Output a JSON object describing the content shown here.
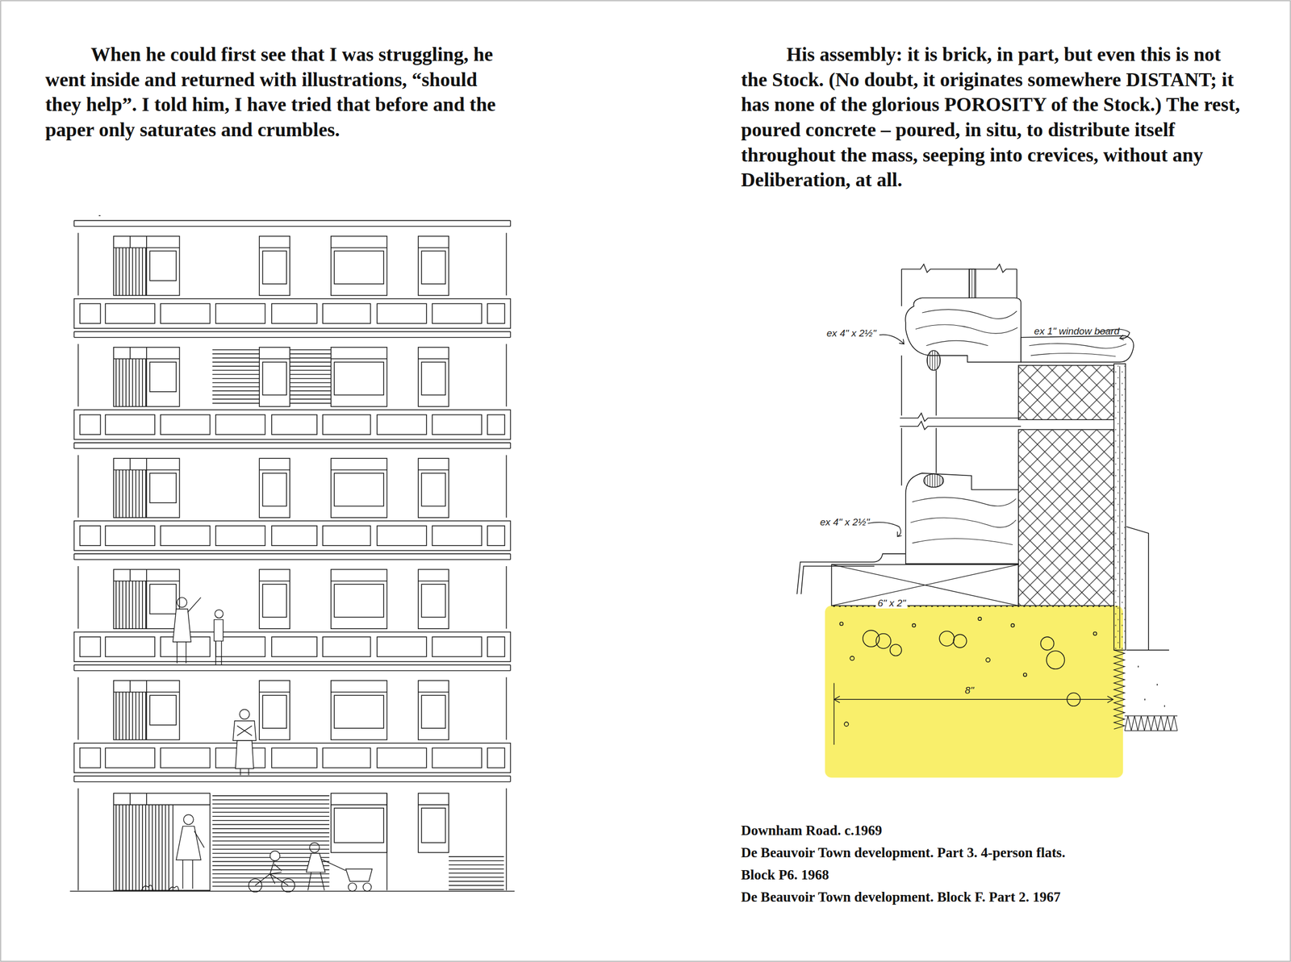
{
  "diagram": {
    "labels": [
      "When he could first see that I was struggling, he went inside and returned with illustrations, “should they help”. I told him, I have tried that before and the paper only saturates and crumbles.",
      "His assembly: it is brick, in part, but even this is not the Stock. (No doubt, it originates somewhere DISTANT; it has none of the glorious POROSITY of the Stock.) The rest, poured concrete – poured, in situ, to distribute itself throughout the mass, seeping into crevices, without any Deliberation, at all.",
      "ex 4\" x 2½\"",
      "ex 1\" window board",
      "ex 4\" x 2½\"",
      "6\" x 2\"",
      "8\"",
      "Downham Road. c.1969",
      "De Beauvoir Town development. Part 3. 4-person flats.",
      "Block P6. 1968",
      "De Beauvoir Town development. Block F. Part 2. 1967"
    ]
  }
}
